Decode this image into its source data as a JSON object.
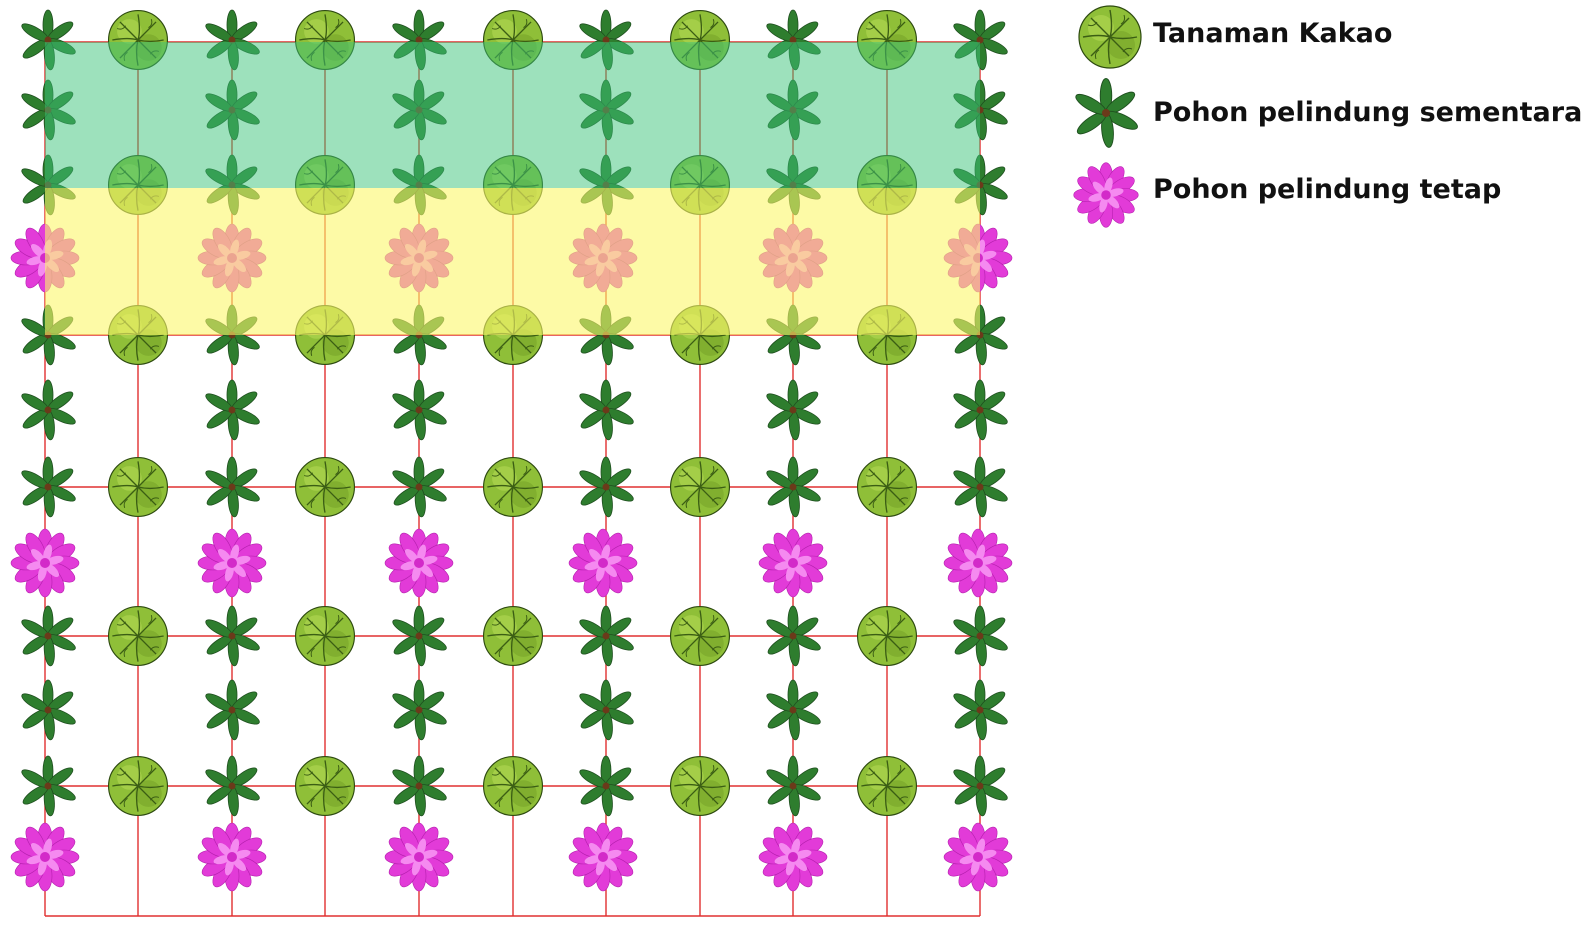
{
  "legend": {
    "cacao": "Tanaman Kakao",
    "temporary_shade": "Pohon pelindung sementara",
    "permanent_shade": "Pohon pelindung tetap"
  },
  "colors": {
    "grid_line": "#e03030",
    "band_green": "#3cc47a",
    "band_yellow": "#fbf66a",
    "cacao_fill": "#8fbf38",
    "cacao_dark": "#4f7d1c",
    "fern_green": "#2e7d2e",
    "fern_dark": "#1f4f1f",
    "flower_magenta": "#e23bd8",
    "flower_light": "#f58af0"
  },
  "icons": {
    "cacao": "round-tree-canopy-icon",
    "temporary_shade": "palm-fern-icon",
    "permanent_shade": "magenta-star-flower-icon"
  }
}
